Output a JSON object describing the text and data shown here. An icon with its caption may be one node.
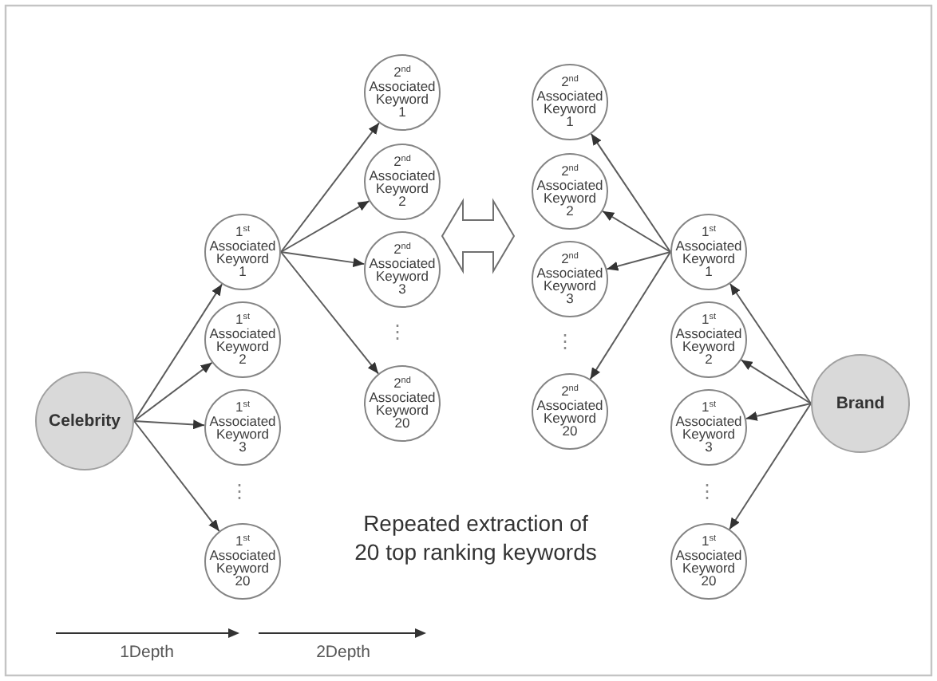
{
  "diagram": {
    "nodes": [
      {
        "text": [
          "Celebrity"
        ]
      },
      {
        "text": [
          "1$^{st}$ Associated Keyword 1"
        ]
      },
      {
        "text": [
          "1$^{st}$ Associated Keyword 2"
        ]
      },
      {
        "text": [
          "1$^{st}$ Associated Keyword 3"
        ]
      },
      {
        "text": [
          "1$^{st}$ Associated Keyword 20"
        ]
      },
      {
        "text": [
          "2$^{nd}$ Associated Keyword 1"
        ]
      },
      {
        "text": [
          "2$^{nd}$ Associated Keyword 2"
        ]
      },
      {
        "text": [
          "2$^{nd}$ Associated Keyword 3"
        ]
      },
      {
        "text": [
          "2$^{nd}$ Associated Keyword 20"
        ]
      },
      {
        "text": [
          "2$^{nd}$ Associated Keyword 1"
        ]
      },
      {
        "text": [
          "2$^{nd}$ Associated Keyword 2"
        ]
      },
      {
        "text": [
          "2$^{nd}$ Associated Keyword 3"
        ]
      },
      {
        "text": [
          "2$^{nd}$ Associated Keyword 20"
        ]
      },
      {
        "text": [
          "1$^{st}$ Associated Keyword 1"
        ]
      },
      {
        "text": [
          "1$^{st}$ Associated Keyword 2"
        ]
      },
      {
        "text": [
          "1$^{st}$ Associated Keyword 3"
        ]
      },
      {
        "text": [
          "1$^{st}$ Associated Keyword 20"
        ]
      },
      {
        "text": [
          "Brand"
        ]
      }
    ],
    "edges": [
      {
        "from": 0,
        "to": 1,
        "arrow": "to"
      },
      {
        "from": 0,
        "to": 2,
        "arrow": "to"
      },
      {
        "from": 0,
        "to": 3,
        "arrow": "to"
      },
      {
        "from": 0,
        "to": 4,
        "arrow": "to"
      },
      {
        "from": 1,
        "to": 5,
        "arrow": "to"
      },
      {
        "from": 1,
        "to": 6,
        "arrow": "to"
      },
      {
        "from": 1,
        "to": 7,
        "arrow": "to"
      },
      {
        "from": 1,
        "to": 8,
        "arrow": "to"
      },
      {
        "from": 17,
        "to": 13,
        "arrow": "to"
      },
      {
        "from": 17,
        "to": 14,
        "arrow": "to"
      },
      {
        "from": 17,
        "to": 15,
        "arrow": "to"
      },
      {
        "from": 17,
        "to": 16,
        "arrow": "to"
      },
      {
        "from": 13,
        "to": 9,
        "arrow": "to"
      },
      {
        "from": 13,
        "to": 10,
        "arrow": "to"
      },
      {
        "from": 13,
        "to": 11,
        "arrow": "to"
      },
      {
        "from": 13,
        "to": 12,
        "arrow": "to"
      },
      {
        "from": 7,
        "to": 11,
        "arrow": "both",
        "style": "thick"
      }
    ],
    "labels": [
      "⋮",
      "⋮",
      "⋮",
      "⋮",
      "Repeated extraction of 20 top ranking keywords",
      "1Depth",
      "2Depth"
    ]
  }
}
